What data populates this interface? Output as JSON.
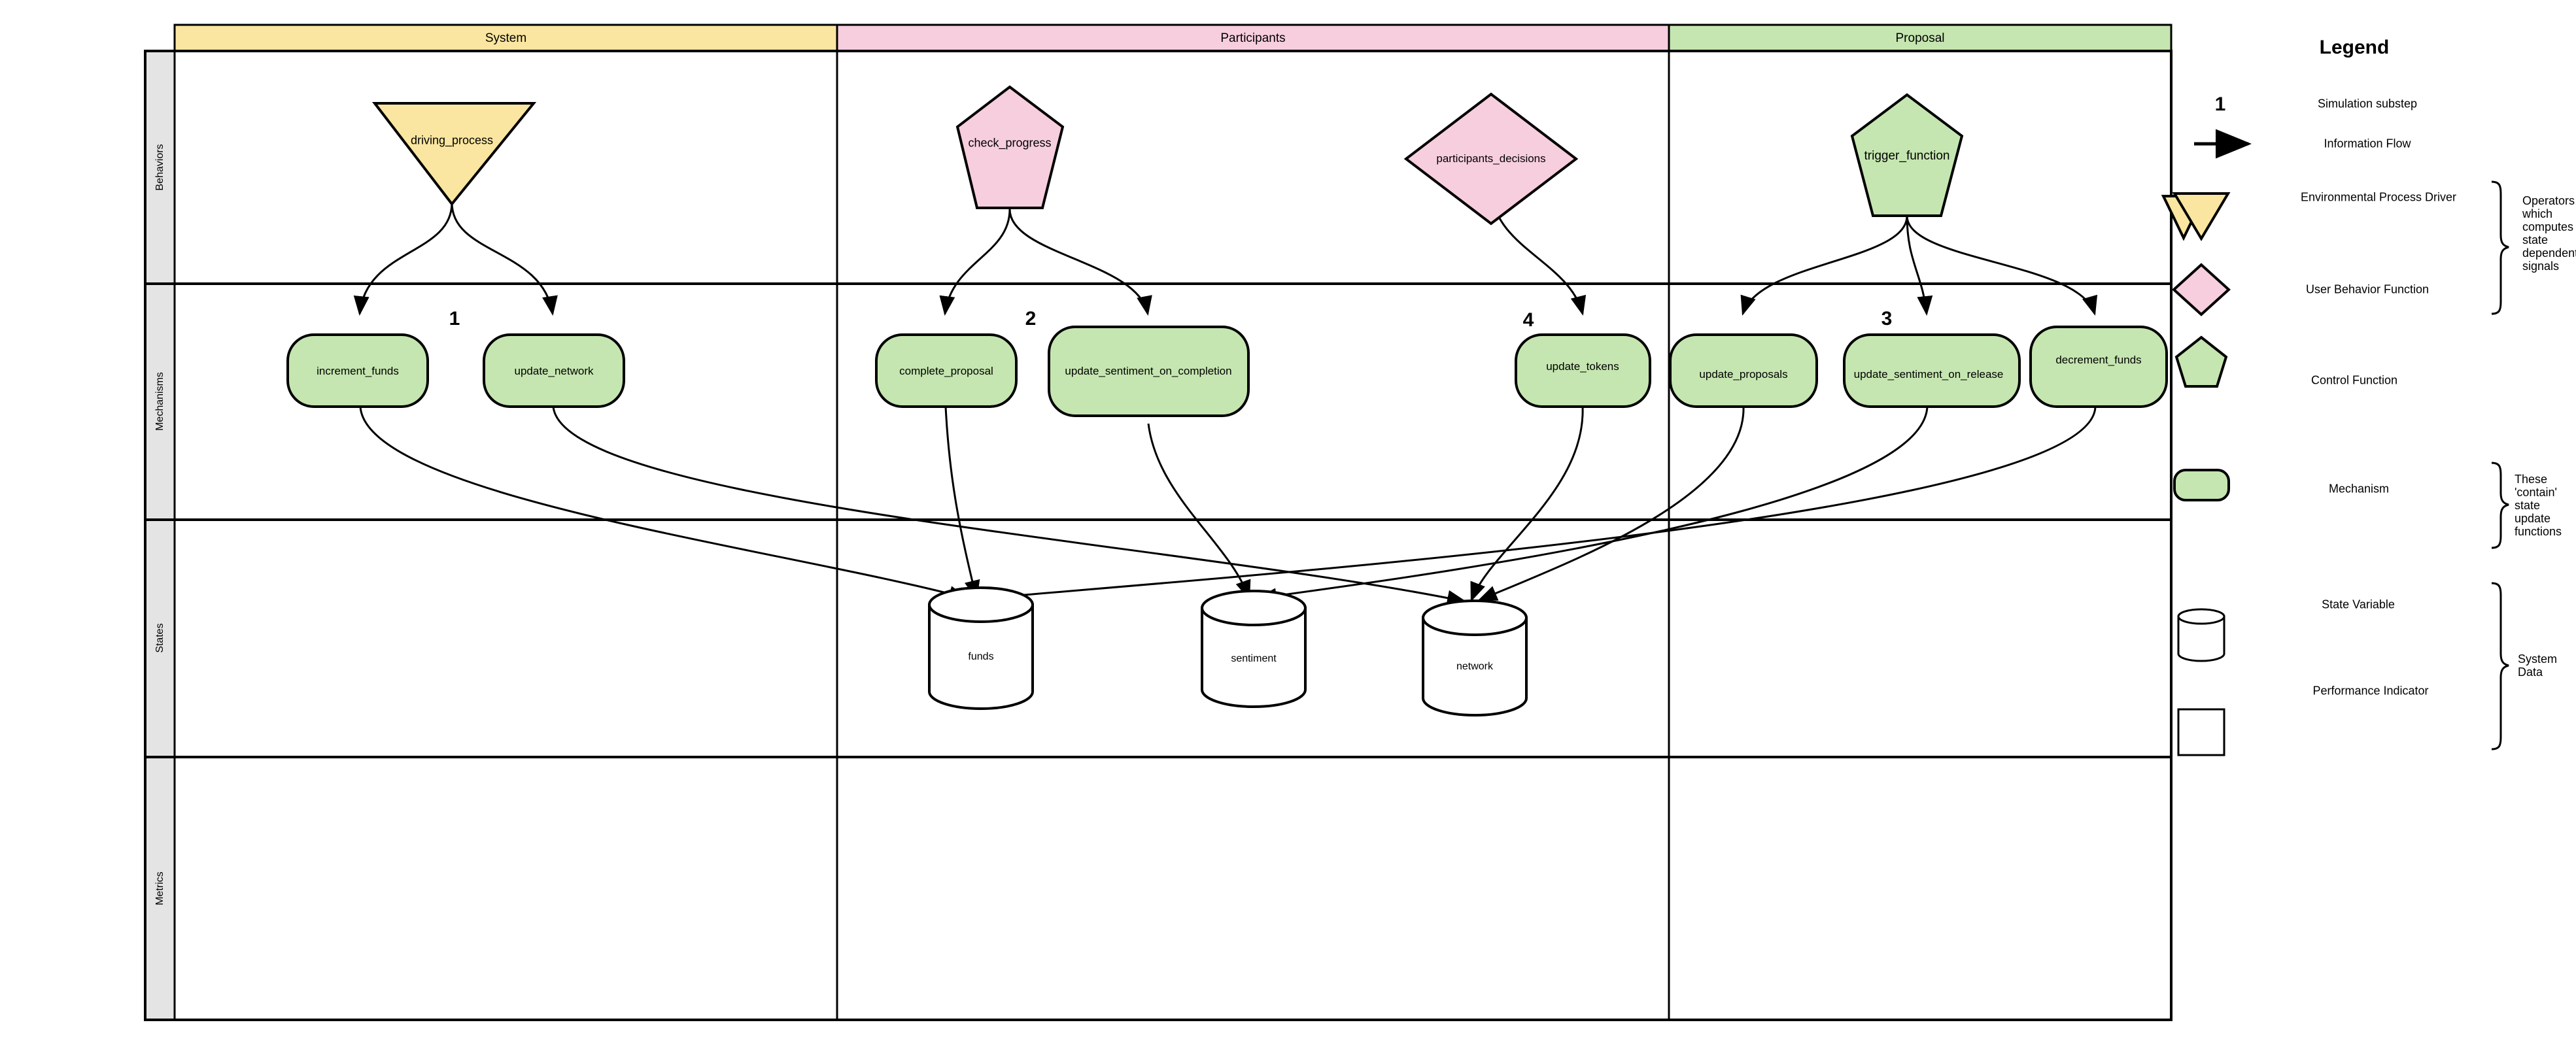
{
  "diagram": {
    "title": "Legend",
    "columns": [
      {
        "id": "system",
        "label": "System",
        "color": "#fae6a0"
      },
      {
        "id": "participants",
        "label": "Participants",
        "color": "#f7cede"
      },
      {
        "id": "proposal",
        "label": "Proposal",
        "color": "#c5e6b0"
      }
    ],
    "rows": [
      {
        "id": "behaviors",
        "label": "Behaviors"
      },
      {
        "id": "mechanisms",
        "label": "Mechanisms"
      },
      {
        "id": "states",
        "label": "States"
      },
      {
        "id": "metrics",
        "label": "Metrics"
      }
    ],
    "substep_labels": [
      {
        "text": "1",
        "column": "system"
      },
      {
        "text": "2",
        "column": "participants"
      },
      {
        "text": "4",
        "column": "participants"
      },
      {
        "text": "3",
        "column": "proposal"
      }
    ],
    "behaviors": [
      {
        "name": "driving_process",
        "shape": "triangle-down",
        "column": "system",
        "color": "#fae6a0"
      },
      {
        "name": "check_progress",
        "shape": "pentagon",
        "column": "participants",
        "color": "#f7cede"
      },
      {
        "name": "participants_decisions",
        "shape": "diamond",
        "column": "participants",
        "color": "#f7cede"
      },
      {
        "name": "trigger_function",
        "shape": "pentagon",
        "column": "proposal",
        "color": "#c5e6b0"
      }
    ],
    "mechanisms": [
      {
        "name": "increment_funds",
        "column": "system",
        "color": "#c5e6b0"
      },
      {
        "name": "update_network",
        "column": "system",
        "color": "#c5e6b0"
      },
      {
        "name": "complete_proposal",
        "column": "participants",
        "color": "#c5e6b0"
      },
      {
        "name": "update_sentiment_on_completion",
        "column": "participants",
        "color": "#c5e6b0"
      },
      {
        "name": "update_tokens",
        "column": "participants",
        "color": "#c5e6b0"
      },
      {
        "name": "update_proposals",
        "column": "proposal",
        "color": "#c5e6b0"
      },
      {
        "name": "update_sentiment_on_release",
        "column": "proposal",
        "color": "#c5e6b0"
      },
      {
        "name": "decrement_funds",
        "column": "proposal",
        "color": "#c5e6b0"
      }
    ],
    "states": [
      {
        "name": "funds",
        "column": "participants"
      },
      {
        "name": "sentiment",
        "column": "participants"
      },
      {
        "name": "network",
        "column": "participants"
      }
    ],
    "metrics": []
  },
  "legend": {
    "title": "Legend",
    "items": [
      {
        "symbol": "1",
        "label": "Simulation substep"
      },
      {
        "symbol": "arrow-right",
        "label": "Information Flow"
      },
      {
        "symbol": "triangle-down",
        "label": "Environmental Process Driver",
        "color": "#fae6a0"
      },
      {
        "symbol": "diamond",
        "label": "User Behavior Function",
        "color": "#f7cede"
      },
      {
        "symbol": "pentagon",
        "label": "Control Function",
        "color": "#c5e6b0"
      },
      {
        "symbol": "rounded-rect",
        "label": "Mechanism",
        "color": "#c5e6b0"
      },
      {
        "symbol": "cylinder",
        "label": "State Variable",
        "color": "#ffffff"
      },
      {
        "symbol": "rect",
        "label": "Performance Indicator",
        "color": "#ffffff"
      }
    ],
    "braces": [
      {
        "text_lines": [
          "Operators",
          "which",
          "computes",
          "state",
          "dependent",
          "signals"
        ]
      },
      {
        "text_lines": [
          "These",
          "'contain'",
          "state",
          "update",
          "functions"
        ]
      },
      {
        "text_lines": [
          "System",
          "Data"
        ]
      }
    ]
  }
}
